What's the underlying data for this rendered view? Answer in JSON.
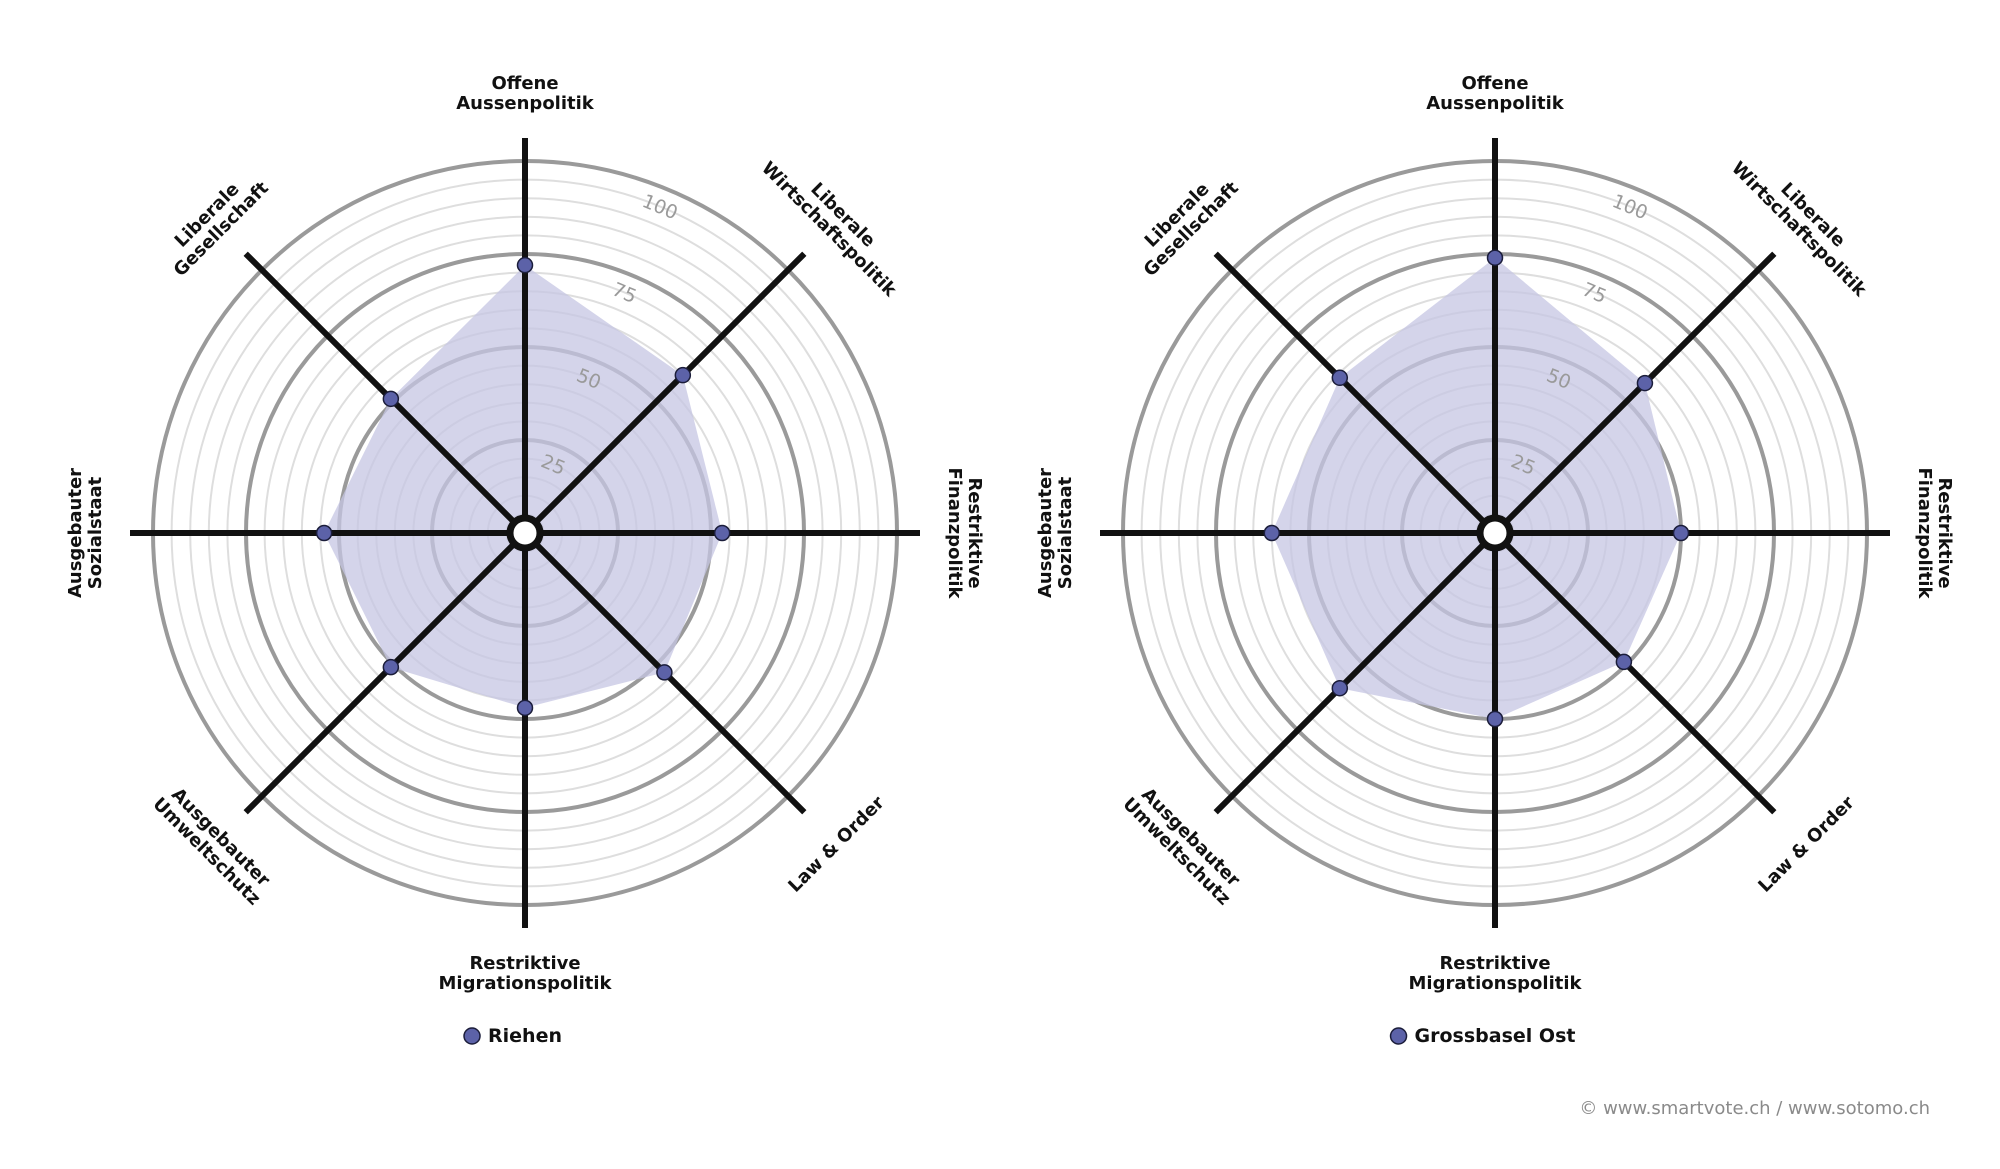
{
  "footer": {
    "credit": "© www.smartvote.ch / www.sotomo.ch"
  },
  "colors": {
    "fill": "#c5c6e3",
    "point": "#5c62a8",
    "axis": "#111111",
    "ring_major": "#9a9a9a",
    "ring_minor": "#dedede"
  },
  "chart_data": [
    {
      "type": "radar",
      "legend": "Riehen",
      "axes": [
        "Offene Aussenpolitik",
        "Liberale Wirtschaftspolitik",
        "Restriktive Finanzpolitik",
        "Law & Order",
        "Restriktive Migrationspolitik",
        "Ausgebauter Umweltschutz",
        "Ausgebauter Sozialstaat",
        "Liberale Gesellschaft"
      ],
      "values": [
        72,
        60,
        53,
        53,
        47,
        51,
        54,
        51
      ],
      "rlim": [
        0,
        100
      ],
      "ticks": [
        25,
        50,
        75,
        100
      ]
    },
    {
      "type": "radar",
      "legend": "Grossbasel Ost",
      "axes": [
        "Offene Aussenpolitik",
        "Liberale Wirtschaftspolitik",
        "Restriktive Finanzpolitik",
        "Law & Order",
        "Restriktive Migrationspolitik",
        "Ausgebauter Umweltschutz",
        "Ausgebauter Sozialstaat",
        "Liberale Gesellschaft"
      ],
      "values": [
        74,
        57,
        50,
        49,
        50,
        59,
        60,
        59
      ],
      "rlim": [
        0,
        100
      ],
      "ticks": [
        25,
        50,
        75,
        100
      ]
    }
  ]
}
